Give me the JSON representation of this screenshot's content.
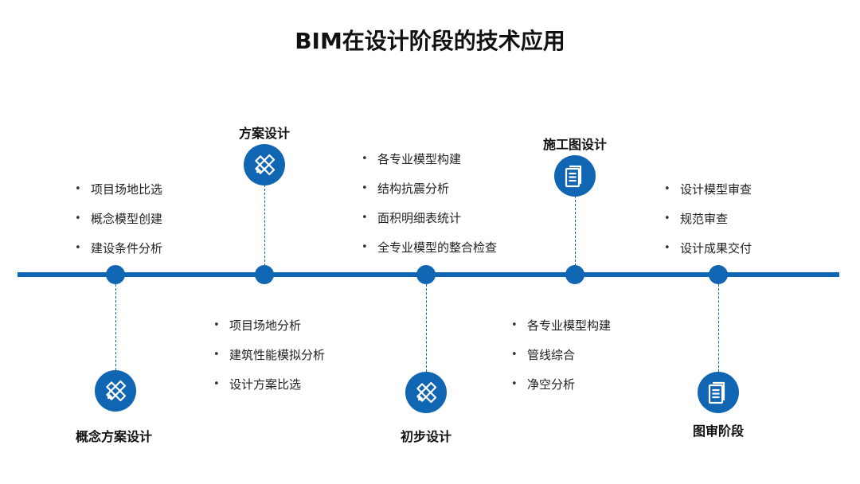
{
  "title": "BIM在设计阶段的技术应用",
  "colors": {
    "accent": "#1166b3",
    "text": "#111111"
  },
  "stages": [
    {
      "label": "概念方案设计",
      "icon": "pencil-ruler-icon",
      "items": [
        "项目场地比选",
        "概念模型创建",
        "建设条件分析"
      ]
    },
    {
      "label": "方案设计",
      "icon": "pencil-ruler-icon",
      "items": [
        "项目场地分析",
        "建筑性能模拟分析",
        "设计方案比选"
      ]
    },
    {
      "label": "初步设计",
      "icon": "pencil-ruler-icon",
      "items": [
        "各专业模型构建",
        "结构抗震分析",
        "面积明细表统计",
        "全专业模型的整合检查"
      ]
    },
    {
      "label": "施工图设计",
      "icon": "document-icon",
      "items": [
        "各专业模型构建",
        "管线综合",
        "净空分析"
      ]
    },
    {
      "label": "图审阶段",
      "icon": "document-icon",
      "items": [
        "设计模型审查",
        "规范审查",
        "设计成果交付"
      ]
    }
  ]
}
